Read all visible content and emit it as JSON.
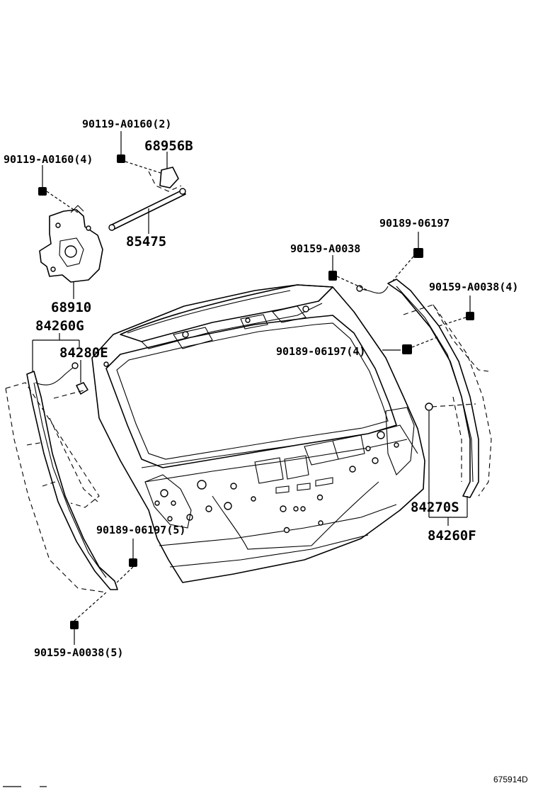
{
  "labels": {
    "screw_top_2": "90119-A0160(2)",
    "screw_left_4": "90119-A0160(4)",
    "bracket": "68956B",
    "rod": "85475",
    "motor": "68910",
    "grommet_upper": "90159-A0038",
    "clip_upper": "90189-06197",
    "grommet_right_4": "90159-A0038(4)",
    "clip_right_4": "90189-06197(4)",
    "sensor_left_assy": "84260G",
    "sensor_left": "84280E",
    "sensor_right": "84270S",
    "sensor_right_assy": "84260F",
    "clip_lower_5": "90189-06197(5)",
    "grommet_lower_5": "90159-A0038(5)"
  },
  "diagram_code": "675914D"
}
